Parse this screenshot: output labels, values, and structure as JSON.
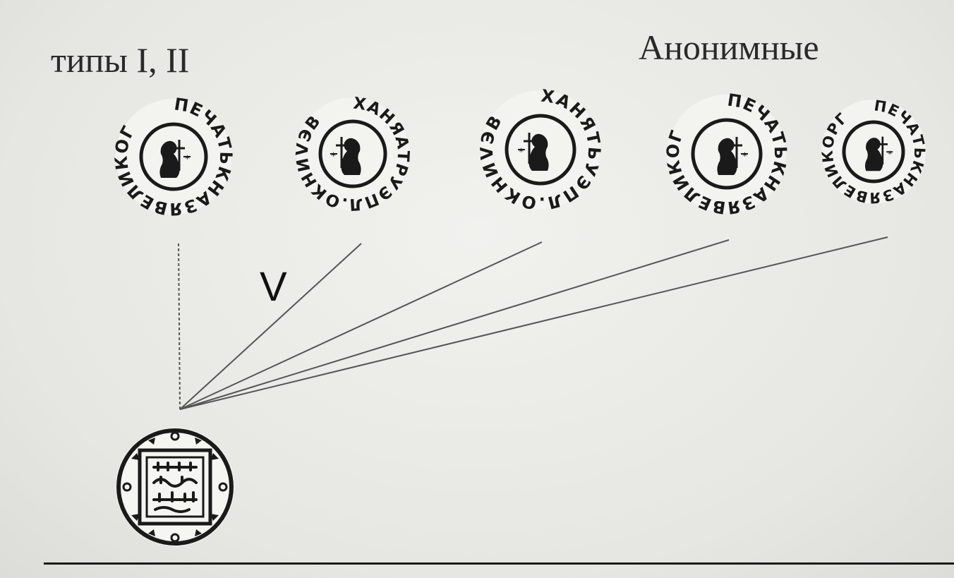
{
  "labels": {
    "types": "типы I, II",
    "anonymous": "Анонимные",
    "v": "V"
  },
  "coins": [
    {
      "name": "coin-1",
      "legend": "ПЕЧАТЬКНАЗЯВЕЛИКОГ"
    },
    {
      "name": "coin-2",
      "legend": "ХАНЯАТРУЭПЛ.ОКНИVЭВ"
    },
    {
      "name": "coin-3",
      "legend": "ХАНЯТЬУЭПЛ.ОКНИVЭВ"
    },
    {
      "name": "coin-4",
      "legend": "ПЕЧАТЬКНАЗЯВЕЛИКОГ"
    },
    {
      "name": "coin-5",
      "legend": "ПЕЧАТЬКНАЗЯВЕЛИКОРГ"
    }
  ],
  "colors": {
    "ink": "#1a1a1a",
    "line": "#555555",
    "paper": "#ececea"
  }
}
